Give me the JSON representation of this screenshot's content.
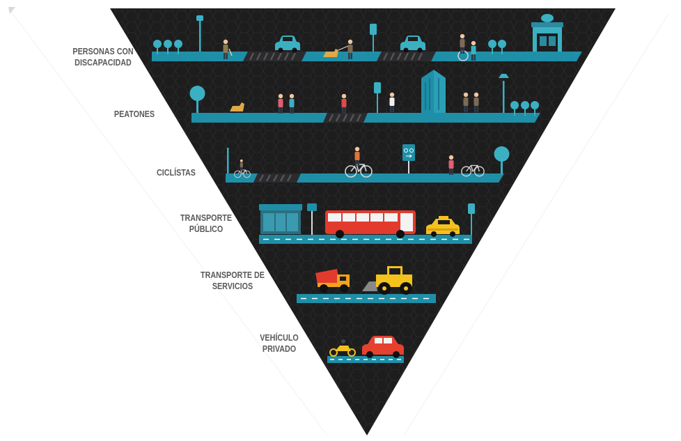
{
  "pyramid": {
    "levels": [
      {
        "label_line1": "PERSONAS CON",
        "label_line2": "DISCAPACIDAD"
      },
      {
        "label_line1": "PEATONES",
        "label_line2": ""
      },
      {
        "label_line1": "CICLÍSTAS",
        "label_line2": ""
      },
      {
        "label_line1": "TRANSPORTE",
        "label_line2": "PÚBLICO"
      },
      {
        "label_line1": "TRANSPORTE DE",
        "label_line2": "SERVICIOS"
      },
      {
        "label_line1": "VEHÍCULO",
        "label_line2": "PRIVADO"
      }
    ],
    "icons": [
      "tree-icon",
      "street-lamp-icon",
      "person-walking-icon",
      "car-icon",
      "blind-person-with-guide-dog-icon",
      "traffic-light-icon",
      "wheelchair-user-icon",
      "kiosk-icon",
      "dog-icon",
      "family-icon",
      "runner-icon",
      "building-icon",
      "cyclist-icon",
      "bike-sign-icon",
      "bicycle-icon",
      "bus-stop-icon",
      "bus-icon",
      "taxi-icon",
      "dump-truck-icon",
      "loader-icon",
      "motorcycle-icon"
    ],
    "colors": {
      "background": "#1d1d1e",
      "road_blue": "#1f8fa8",
      "road_dark": "#17657a",
      "label_text": "#5a5a5a",
      "bus_red": "#e23b2e",
      "taxi_yellow": "#f4c21c",
      "truck_orange": "#f2a31b",
      "car_red": "#e5412f",
      "tree_teal": "#3bb0c2"
    }
  }
}
